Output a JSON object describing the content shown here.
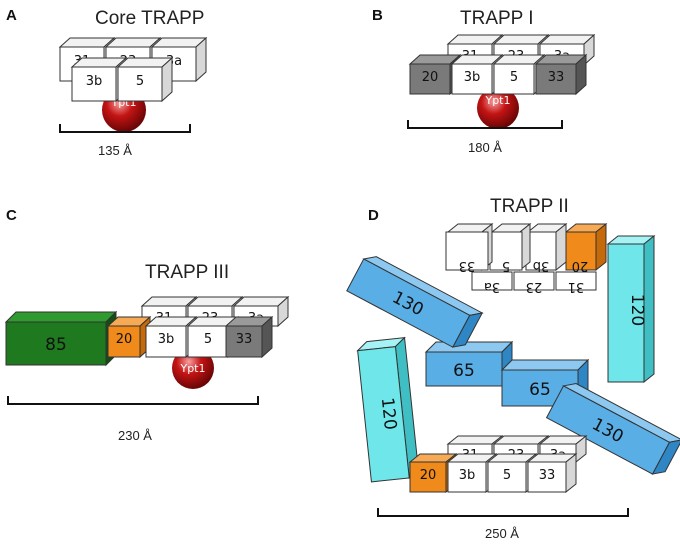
{
  "panels": {
    "a": {
      "letter": "A",
      "title": "Core TRAPP",
      "measure": "135 Å"
    },
    "b": {
      "letter": "B",
      "title": "TRAPP I",
      "measure": "180 Å"
    },
    "c": {
      "letter": "C",
      "title": "TRAPP III",
      "measure": "230 Å"
    },
    "d": {
      "letter": "D",
      "title": "TRAPP II",
      "measure": "250 Å"
    }
  },
  "subunits": {
    "s31": "31",
    "s23": "23",
    "s3a": "3a",
    "s3b": "3b",
    "s5": "5",
    "s20": "20",
    "s33": "33",
    "s85": "85",
    "s130": "130",
    "s120": "120",
    "s65": "65"
  },
  "ypt1_label": "Ypt1",
  "colors": {
    "white_cube": "#ffffff",
    "grey_cube": "#7a7a7a",
    "orange_cube": "#f08a1a",
    "green_block": "#1f7a1f",
    "blue_block": "#5aaee6",
    "cyan_block": "#6ee6ea",
    "ypt1_red": "#c41414"
  }
}
